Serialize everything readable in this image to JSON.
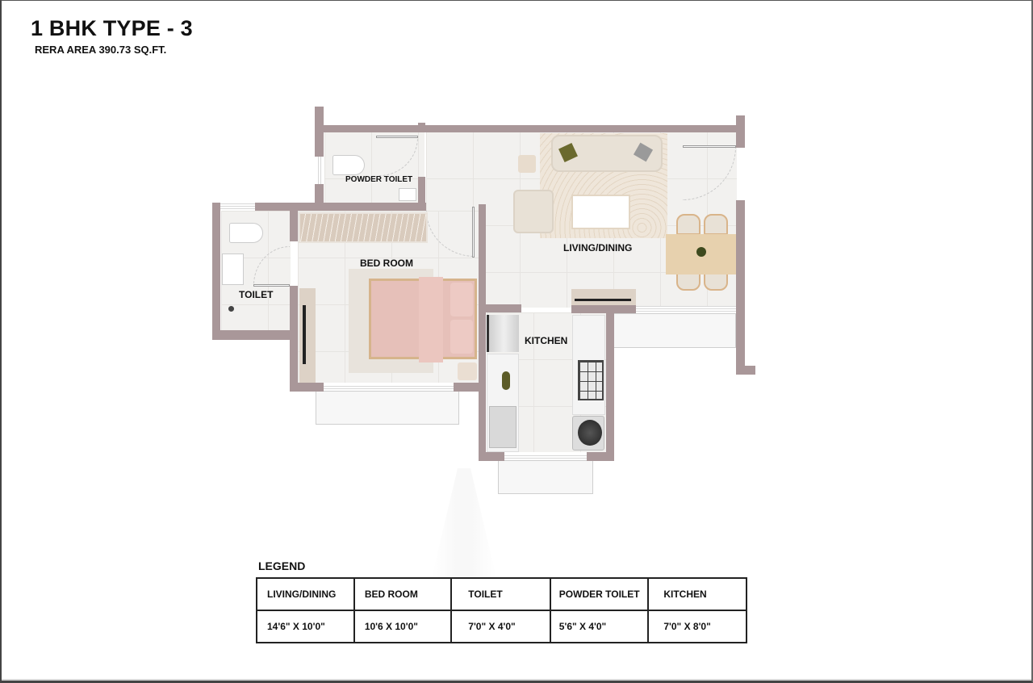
{
  "header": {
    "title": "1 BHK TYPE - 3",
    "subtitle": "RERA AREA 390.73 SQ.FT."
  },
  "plan": {
    "rooms": [
      {
        "id": "living_dining",
        "label": "LIVING/DINING"
      },
      {
        "id": "bed_room",
        "label": "BED ROOM"
      },
      {
        "id": "toilet",
        "label": "TOILET"
      },
      {
        "id": "powder_toilet",
        "label": "POWDER TOILET"
      },
      {
        "id": "kitchen",
        "label": "KITCHEN"
      }
    ],
    "colors": {
      "wall": "#a99799",
      "floor": "#f1f0ee",
      "bed": "#e9c2bb",
      "rug": "#efe6da",
      "sofa": "#e8e1d6",
      "dining_table": "#e7d1ae",
      "wardrobe": "#d9cbbd",
      "cushion_green": "#6b6a2e"
    }
  },
  "legend": {
    "title": "LEGEND",
    "headers": [
      "LIVING/DINING",
      "BED ROOM",
      "TOILET",
      "POWDER TOILET",
      "KITCHEN"
    ],
    "values": [
      "14'6\" X 10'0\"",
      "10'6 X 10'0\"",
      "7'0\" X 4'0\"",
      "5'6\" X 4'0\"",
      "7'0\" X 8'0\""
    ]
  }
}
